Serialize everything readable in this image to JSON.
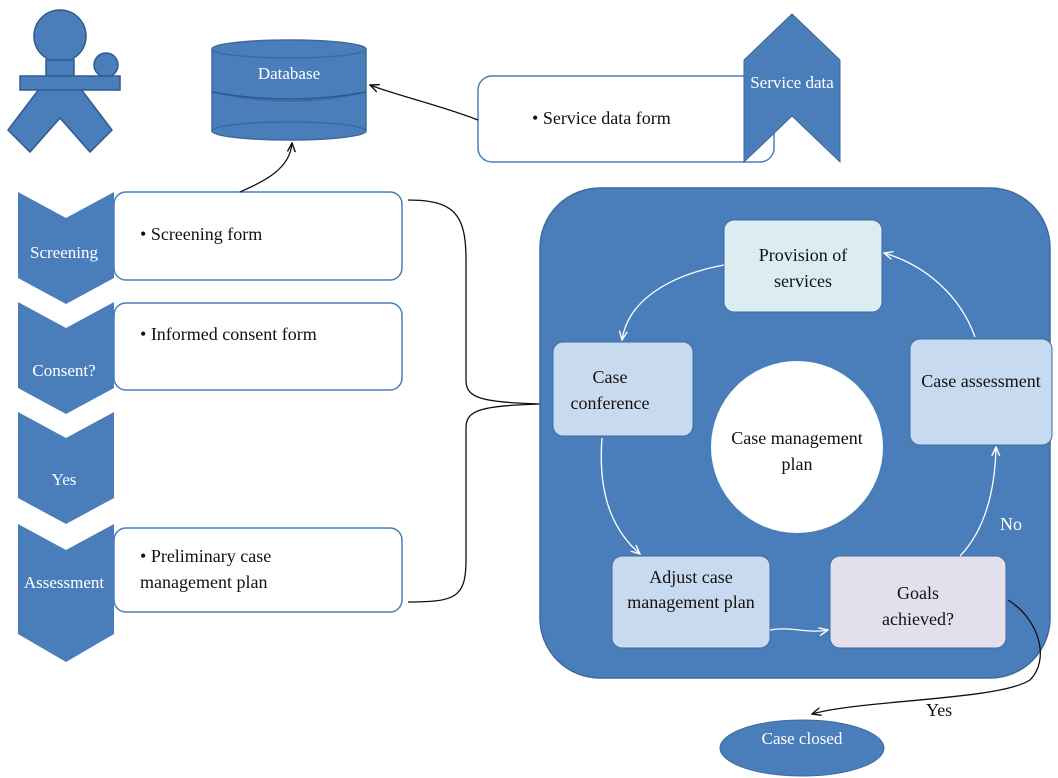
{
  "database": {
    "label": "Database"
  },
  "service": {
    "form_label": "Service data form",
    "tab_label": "Service data"
  },
  "steps": [
    {
      "id": "screening",
      "label": "Screening",
      "form": "Screening form"
    },
    {
      "id": "consent",
      "label": "Consent?",
      "form": "Informed consent form"
    },
    {
      "id": "yes",
      "label": "Yes",
      "form": ""
    },
    {
      "id": "assessment",
      "label": "Assessment",
      "form": "Preliminary case management plan"
    }
  ],
  "cycle": {
    "center_label": "Case management plan",
    "nodes": {
      "provision": "Provision of services",
      "conference": "Case conference",
      "assessment": "Case assessment",
      "adjust": "Adjust case management plan",
      "goals": "Goals achieved?"
    },
    "no_label": "No",
    "yes_label": "Yes"
  },
  "closed": {
    "label": "Case closed"
  },
  "colors": {
    "primary_blue": "#4a7ebb",
    "outline_blue": "#3d6a9e",
    "light_box": "#c8daf0",
    "provision_box": "#dcecf3",
    "goals_box": "#e4dfec",
    "white": "#ffffff"
  }
}
